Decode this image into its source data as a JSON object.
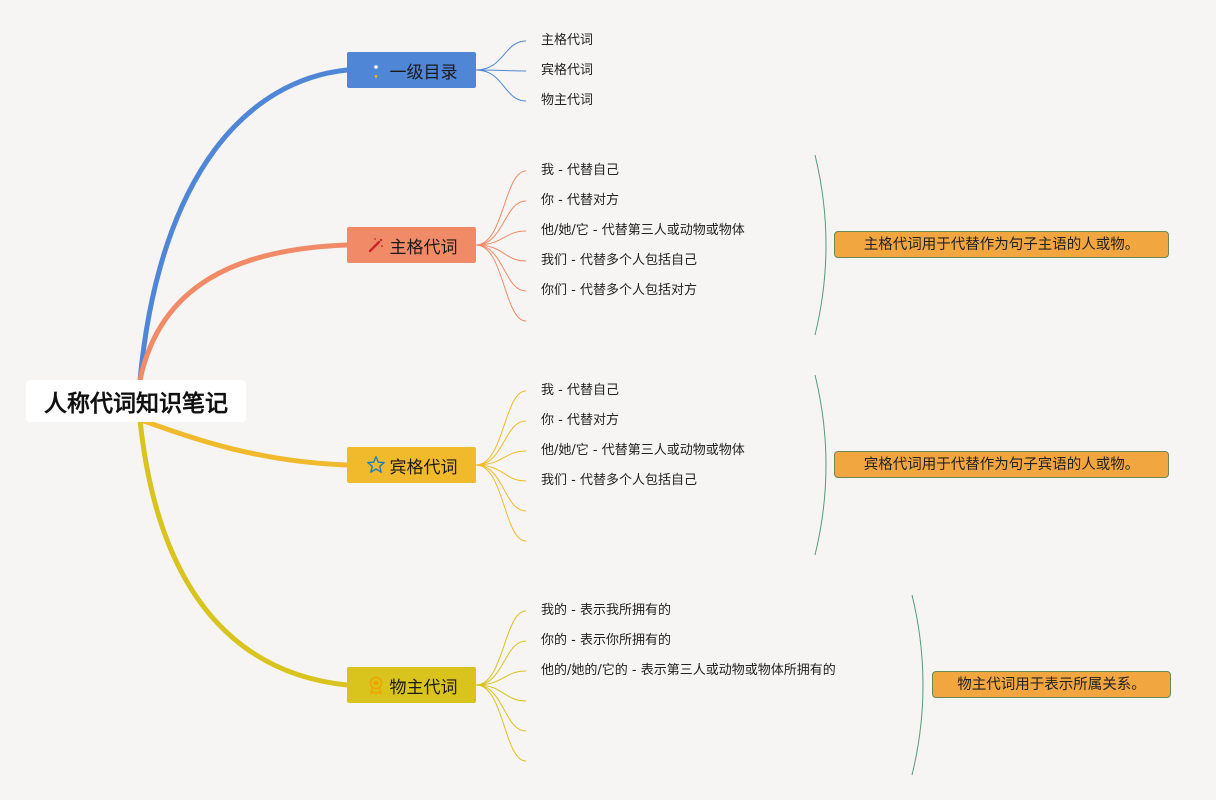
{
  "root": {
    "label": "人称代词知识笔记"
  },
  "branches": [
    {
      "label": "一级目录",
      "color": "#4f86d6",
      "icon": "rocket-icon",
      "leaves": [
        "主格代词",
        "宾格代词",
        "物主代词"
      ],
      "summary": null
    },
    {
      "label": "主格代词",
      "color": "#f08a67",
      "icon": "magic-wand-icon",
      "leaves": [
        "我 - 代替自己",
        "你 - 代替对方",
        "他/她/它 - 代替第三人或动物或物体",
        "我们 - 代替多个人包括自己",
        "你们 - 代替多个人包括对方",
        ""
      ],
      "summary": "主格代词用于代替作为句子主语的人或物。"
    },
    {
      "label": "宾格代词",
      "color": "#f0ba2c",
      "icon": "star-icon",
      "leaves": [
        "我 - 代替自己",
        "你 - 代替对方",
        "他/她/它 - 代替第三人或动物或物体",
        "我们 - 代替多个人包括自己",
        "",
        ""
      ],
      "summary": "宾格代词用于代替作为句子宾语的人或物。"
    },
    {
      "label": "物主代词",
      "color": "#d9c31d",
      "icon": "award-icon",
      "leaves": [
        "我的 - 表示我所拥有的",
        "你的 - 表示你所拥有的",
        "他的/她的/它的 - 表示第三人或动物或物体所拥有的",
        "",
        "",
        ""
      ],
      "summary": "物主代词用于表示所属关系。"
    }
  ],
  "colors": {
    "summary_fill": "#f2a640",
    "bracket": "#5a9a78",
    "background": "#f6f5f3"
  }
}
